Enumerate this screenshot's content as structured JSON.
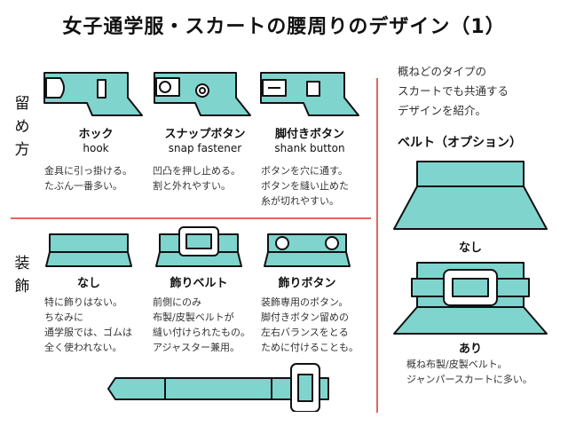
{
  "title": "女子通学服・スカートの腰周りのデザイン（1）",
  "sections": {
    "fastening": "留め方",
    "decoration": "装飾"
  },
  "intro": "概ねどのタイプの\nスカートでも共通する\nデザインを紹介。",
  "fastening_items": [
    {
      "label": "ホック",
      "label_en": "hook",
      "desc": "金具に引っ掛ける。\nたぶん一番多い。"
    },
    {
      "label": "スナップボタン",
      "label_en": "snap fastener",
      "desc": "凹凸を押し止める。\n割と外れやすい。"
    },
    {
      "label": "脚付きボタン",
      "label_en": "shank button",
      "desc": "ボタンを穴に通す。\nボタンを縫い止めた\n糸が切れやすい。"
    }
  ],
  "decoration_items": [
    {
      "label": "なし",
      "desc": "特に飾りはない。\nちなみに\n通学服では、ゴムは\n全く使われない。"
    },
    {
      "label": "飾りベルト",
      "desc": "前側にのみ\n布製/皮製ベルトが\n縫い付けられたもの。\nアジャスター兼用。"
    },
    {
      "label": "飾りボタン",
      "desc": "装飾専用のボタン。\n脚付きボタン留めの\n左右バランスをとる\nために付けることも。"
    }
  ],
  "belt": {
    "heading": "ベルト（オプション）",
    "none_label": "なし",
    "with_label": "あり",
    "with_desc": "概ね布製/皮製ベルト。\nジャンパースカートに多い。"
  },
  "colors": {
    "fabric": "#7fd4cd",
    "divider": "#d9342b",
    "outline": "#111111"
  }
}
